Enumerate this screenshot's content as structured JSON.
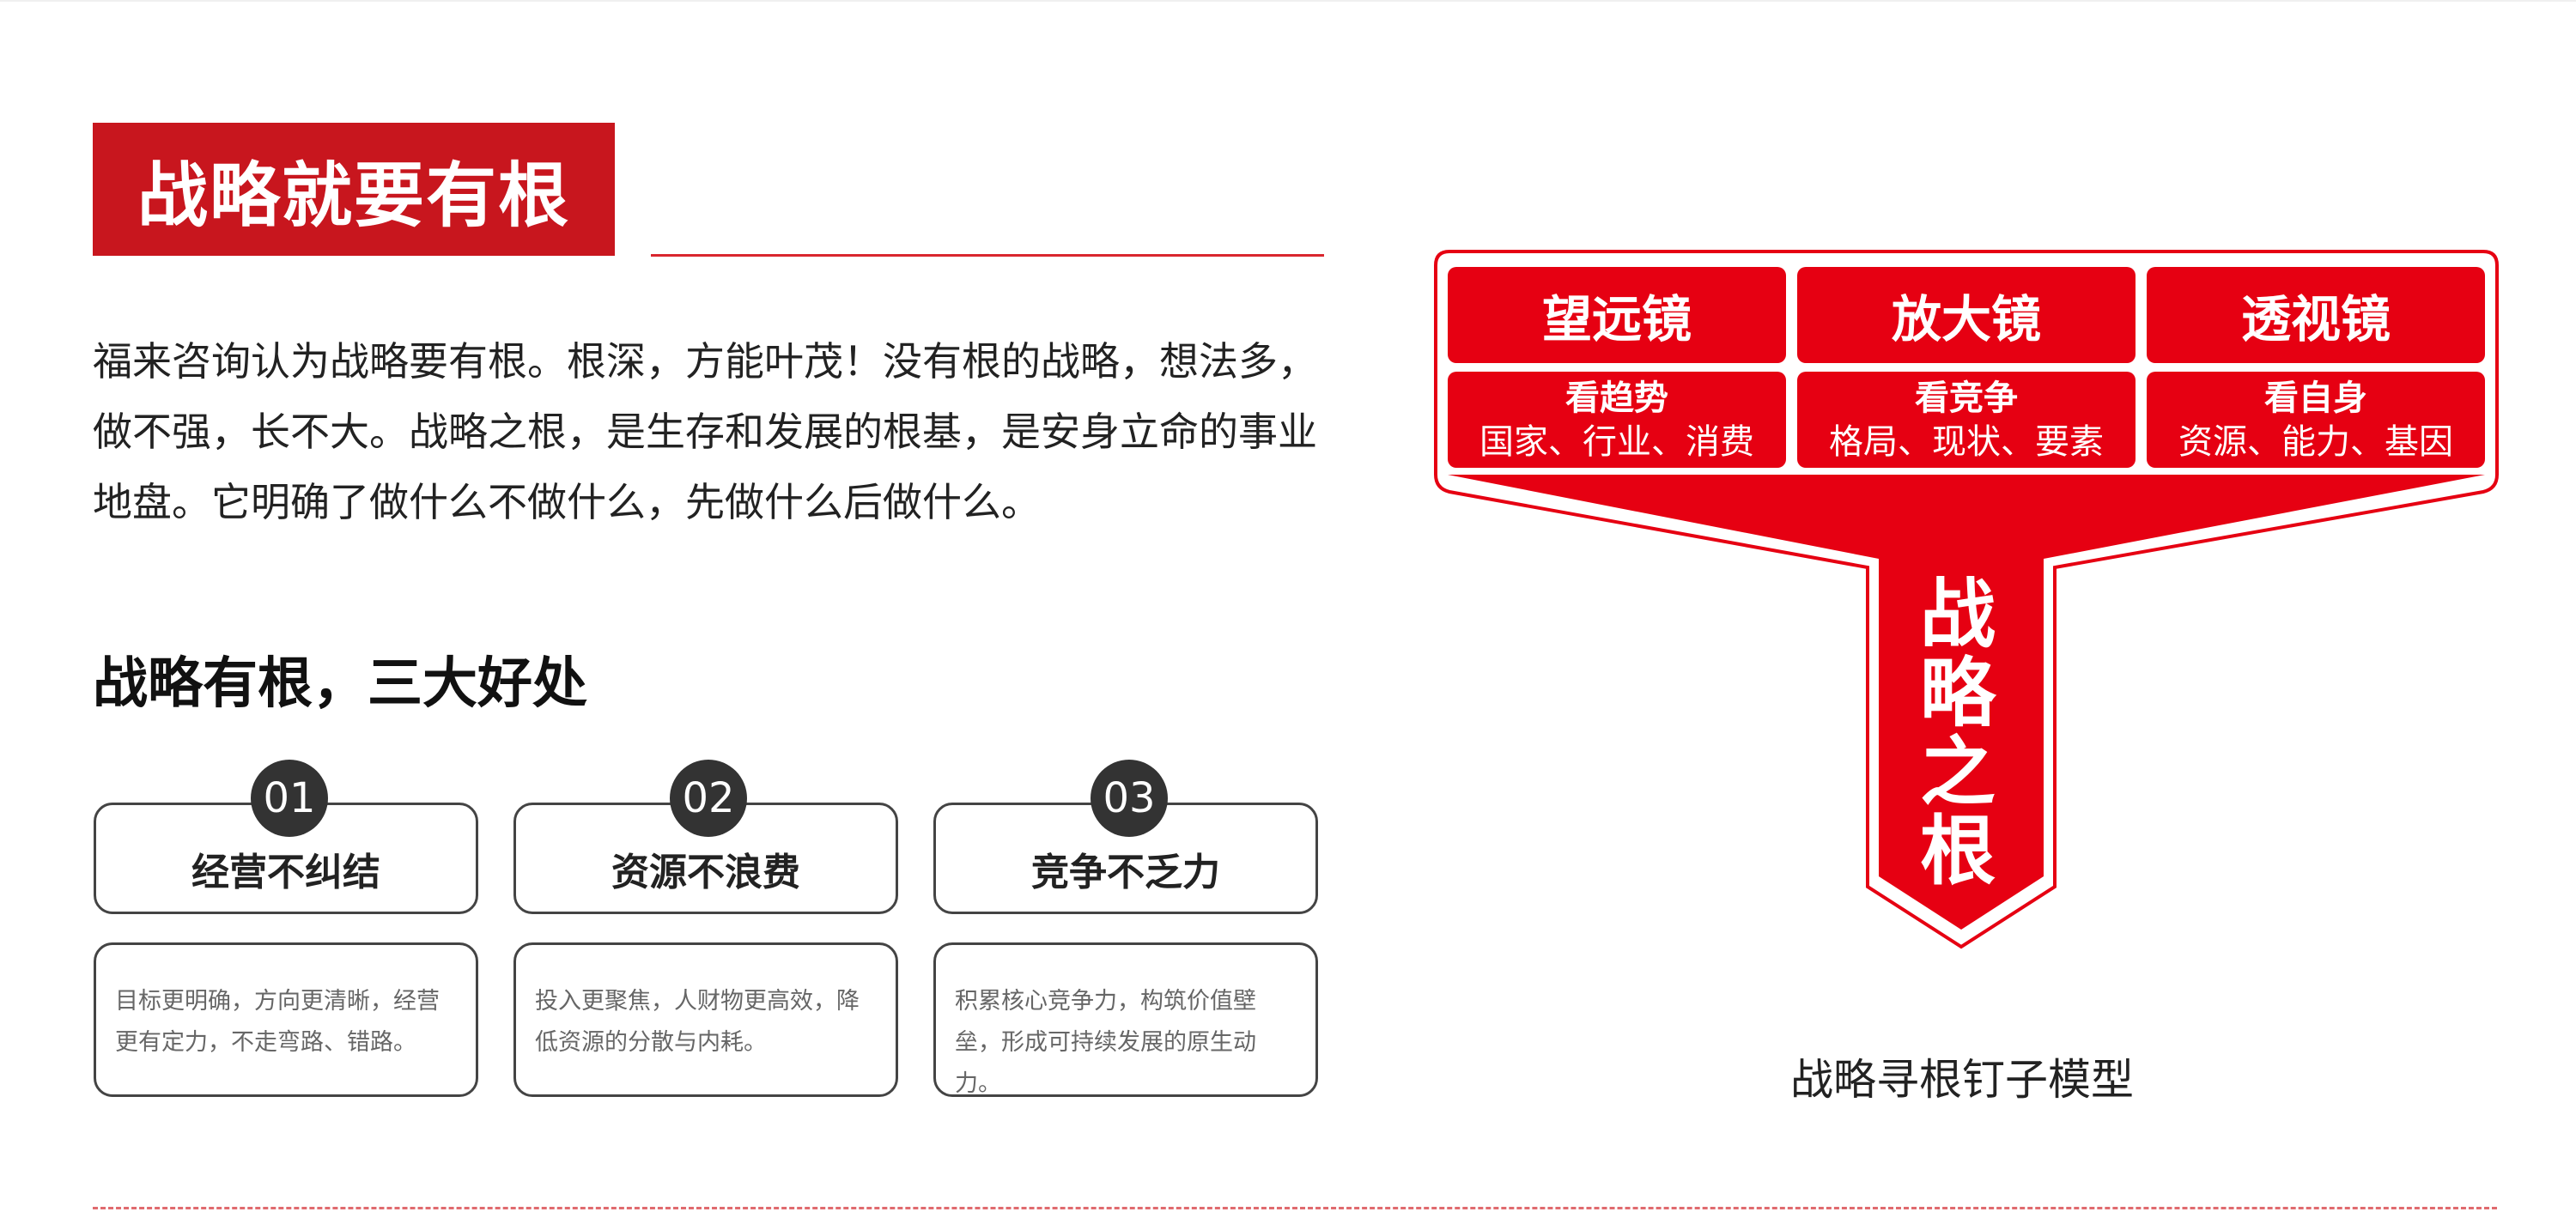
{
  "header": {
    "title": "战略就要有根"
  },
  "intro": {
    "text": "福来咨询认为战略要有根。根深，方能叶茂！没有根的战略，想法多，做不强，长不大。战略之根，是生存和发展的根基，是安身立命的事业地盘。它明确了做什么不做什么，先做什么后做什么。"
  },
  "benefits": {
    "title": "战略有根，三大好处",
    "items": [
      {
        "num": "01",
        "title": "经营不纠结",
        "desc": "目标更明确，方向更清晰，经营更有定力，不走弯路、错路。"
      },
      {
        "num": "02",
        "title": "资源不浪费",
        "desc": "投入更聚焦，人财物更高效，降低资源的分散与内耗。"
      },
      {
        "num": "03",
        "title": "竞争不乏力",
        "desc": "积累核心竞争力，构筑价值壁垒，形成可持续发展的原生动力。"
      }
    ]
  },
  "diagram": {
    "columns": [
      {
        "head": "望远镜",
        "key": "看趋势",
        "detail": "国家、行业、消费"
      },
      {
        "head": "放大镜",
        "key": "看竞争",
        "detail": "格局、现状、要素"
      },
      {
        "head": "透视镜",
        "key": "看自身",
        "detail": "资源、能力、基因"
      }
    ],
    "root": "战略之根",
    "caption": "战略寻根钉子模型",
    "accent": "#e60012"
  },
  "colors": {
    "title_bg": "#c8161e",
    "accent": "#e60012",
    "dark": "#333333"
  }
}
